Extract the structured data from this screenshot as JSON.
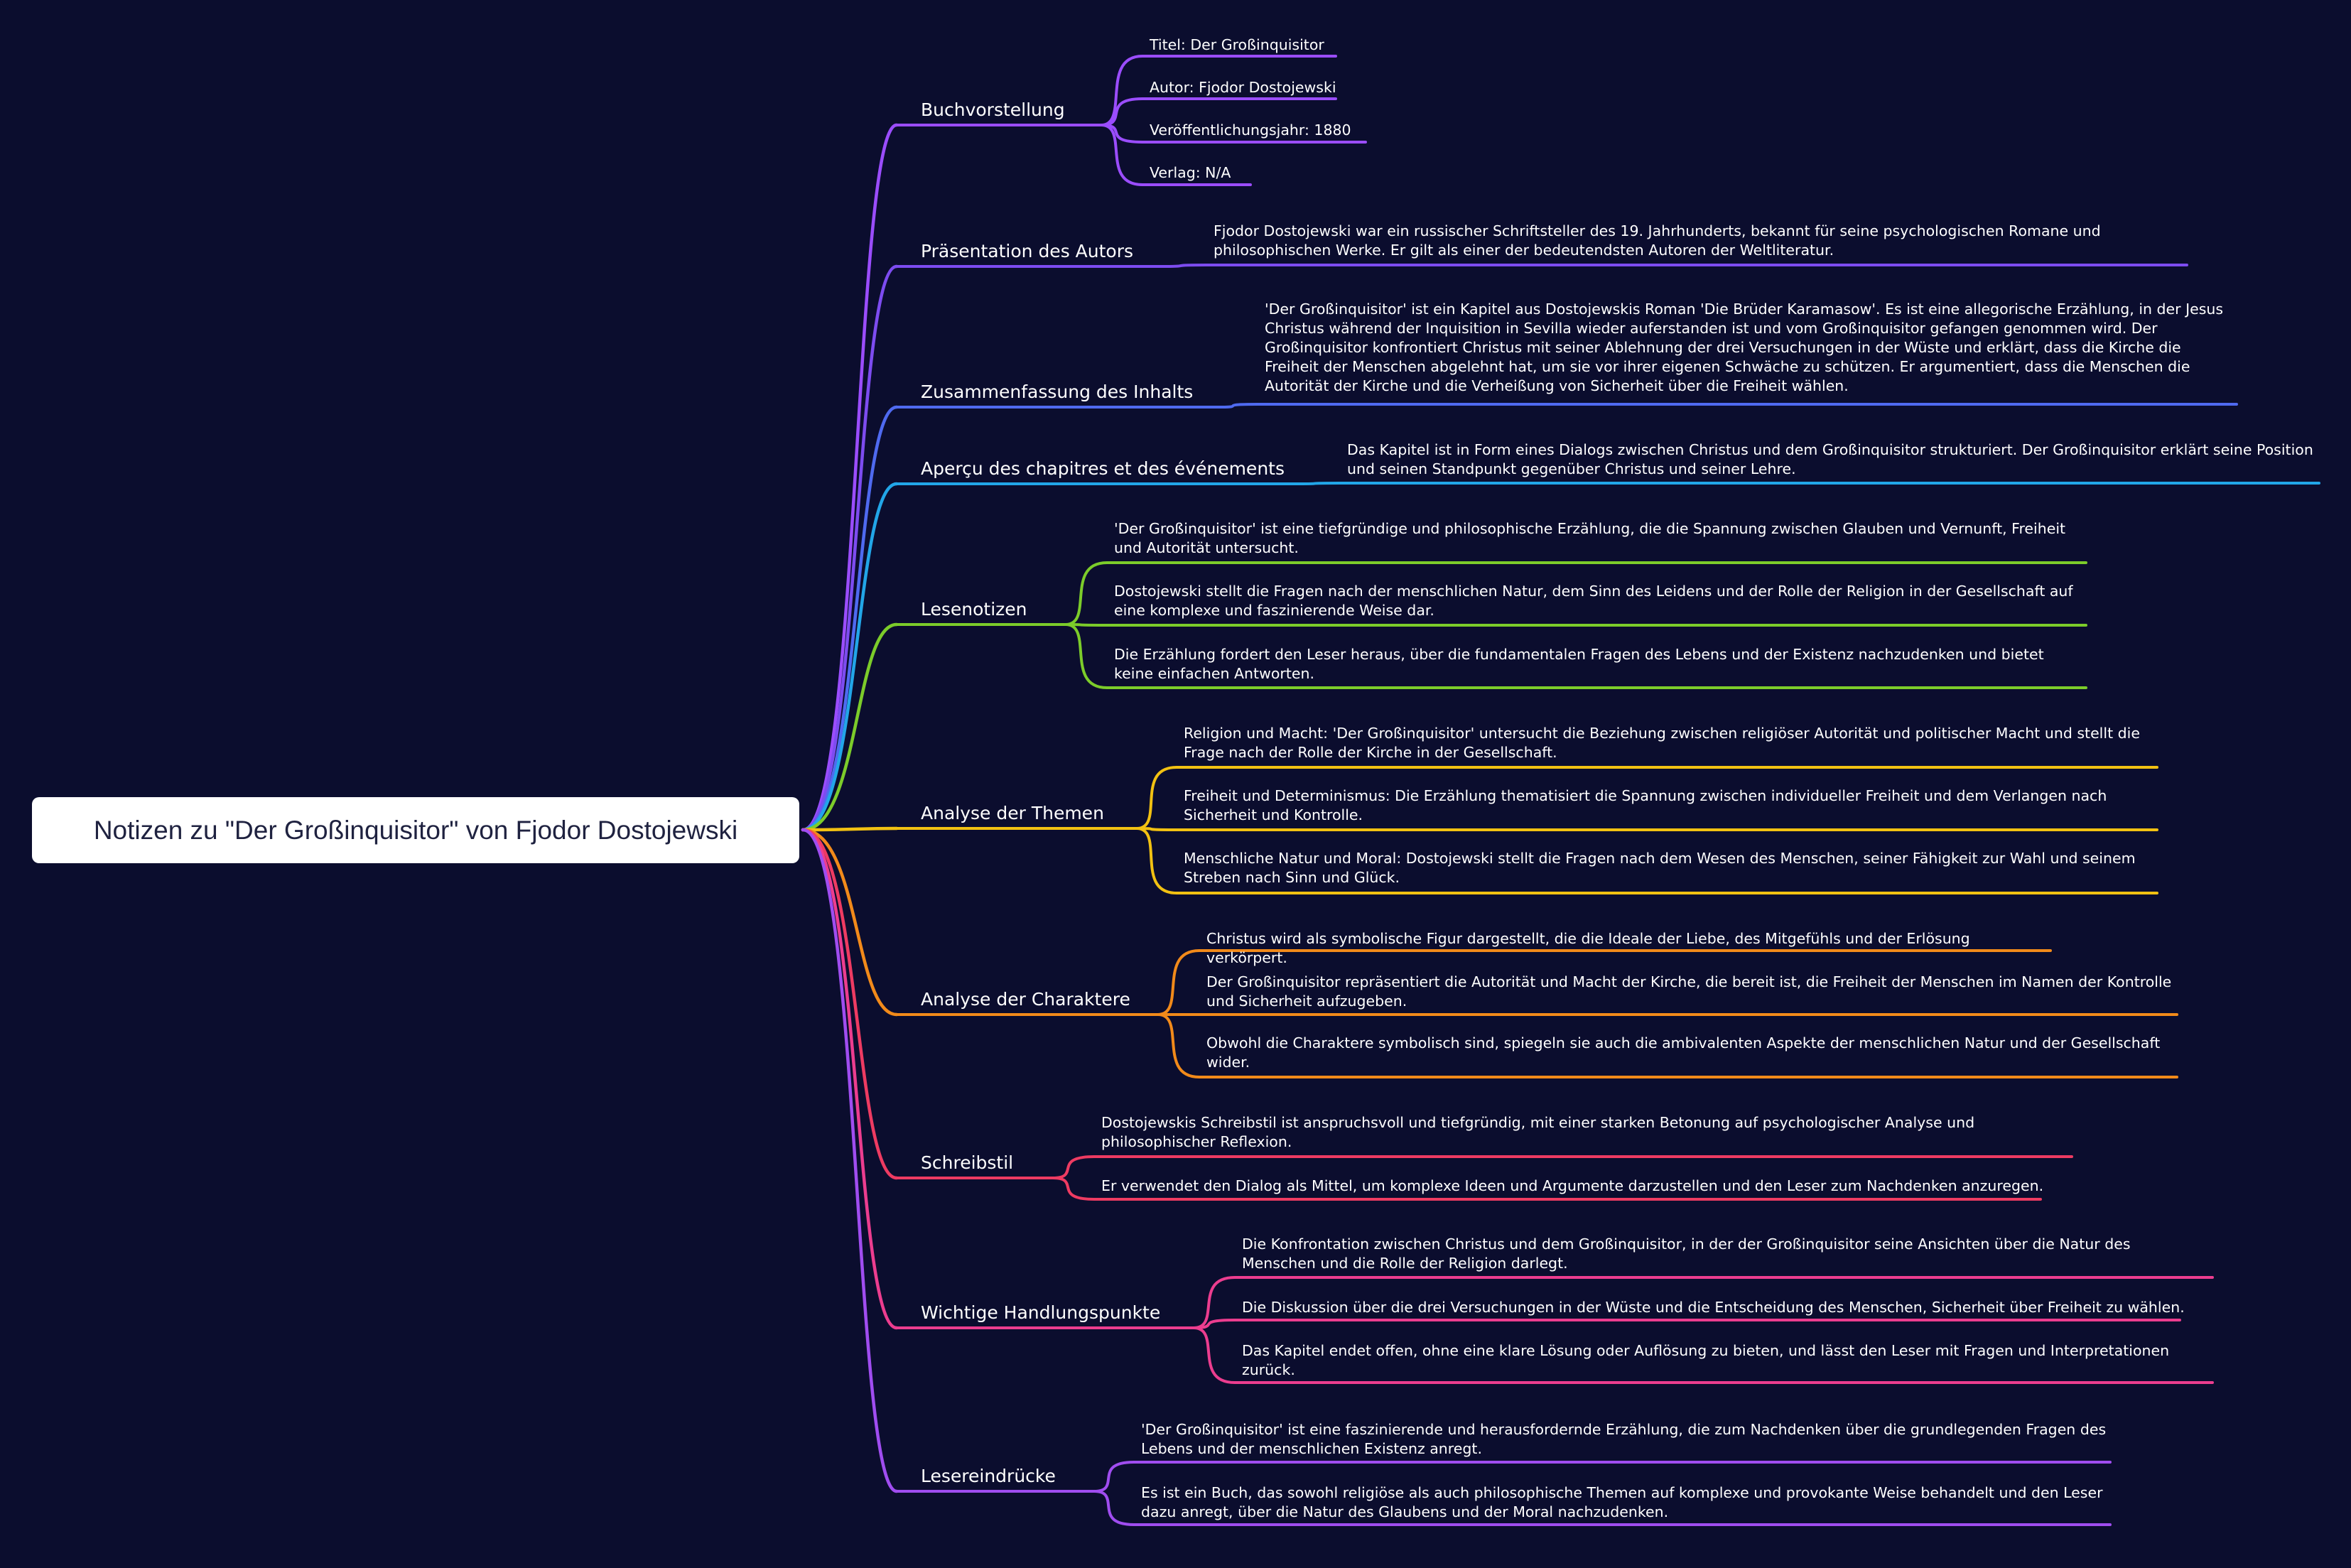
{
  "root": {
    "title": "Notizen zu \"Der Großinquisitor\" von Fjodor Dostojewski"
  },
  "branches": [
    {
      "label": "Buchvorstellung",
      "color": "#9b4dff",
      "items": [
        "Titel: Der Großinquisitor",
        "Autor: Fjodor Dostojewski",
        "Veröffentlichungsjahr: 1880",
        "Verlag: N/A"
      ]
    },
    {
      "label": "Präsentation des Autors",
      "color": "#7d4cf0",
      "items": [
        "Fjodor Dostojewski war ein russischer Schriftsteller des 19. Jahrhunderts, bekannt für seine psychologischen Romane und philosophischen Werke. Er gilt als einer der bedeutendsten Autoren der Weltliteratur."
      ]
    },
    {
      "label": "Zusammenfassung des Inhalts",
      "color": "#4f6af0",
      "items": [
        "'Der Großinquisitor' ist ein Kapitel aus Dostojewskis Roman 'Die Brüder Karamasow'. Es ist eine allegorische Erzählung, in der Jesus Christus während der Inquisition in Sevilla wieder auferstanden ist und vom Großinquisitor gefangen genommen wird. Der Großinquisitor konfrontiert Christus mit seiner Ablehnung der drei Versuchungen in der Wüste und erklärt, dass die Kirche die Freiheit der Menschen abgelehnt hat, um sie vor ihrer eigenen Schwäche zu schützen. Er argumentiert, dass die Menschen die Autorität der Kirche und die Verheißung von Sicherheit über die Freiheit wählen."
      ]
    },
    {
      "label": "Aperçu des chapitres et des événements",
      "color": "#22a6e8",
      "items": [
        "Das Kapitel ist in Form eines Dialogs zwischen Christus und dem Großinquisitor strukturiert. Der Großinquisitor erklärt seine Position und seinen Standpunkt gegenüber Christus und seiner Lehre."
      ]
    },
    {
      "label": "Lesenotizen",
      "color": "#7ccc2a",
      "items": [
        "'Der Großinquisitor' ist eine tiefgründige und philosophische Erzählung, die die Spannung zwischen Glauben und Vernunft, Freiheit und Autorität untersucht.",
        "Dostojewski stellt die Fragen nach der menschlichen Natur, dem Sinn des Leidens und der Rolle der Religion in der Gesellschaft auf eine komplexe und faszinierende Weise dar.",
        "Die Erzählung fordert den Leser heraus, über die fundamentalen Fragen des Lebens und der Existenz nachzudenken und bietet keine einfachen Antworten."
      ]
    },
    {
      "label": "Analyse der Themen",
      "color": "#f2c112",
      "items": [
        "Religion und Macht: 'Der Großinquisitor' untersucht die Beziehung zwischen religiöser Autorität und politischer Macht und stellt die Frage nach der Rolle der Kirche in der Gesellschaft.",
        "Freiheit und Determinismus: Die Erzählung thematisiert die Spannung zwischen individueller Freiheit und dem Verlangen nach Sicherheit und Kontrolle.",
        "Menschliche Natur und Moral: Dostojewski stellt die Fragen nach dem Wesen des Menschen, seiner Fähigkeit zur Wahl und seinem Streben nach Sinn und Glück."
      ]
    },
    {
      "label": "Analyse der Charaktere",
      "color": "#f28a1a",
      "items": [
        "Christus wird als symbolische Figur dargestellt, die die Ideale der Liebe, des Mitgefühls und der Erlösung verkörpert.",
        "Der Großinquisitor repräsentiert die Autorität und Macht der Kirche, die bereit ist, die Freiheit der Menschen im Namen der Kontrolle und Sicherheit aufzugeben.",
        "Obwohl die Charaktere symbolisch sind, spiegeln sie auch die ambivalenten Aspekte der menschlichen Natur und der Gesellschaft wider."
      ]
    },
    {
      "label": "Schreibstil",
      "color": "#ee3b62",
      "items": [
        "Dostojewskis Schreibstil ist anspruchsvoll und tiefgründig, mit einer starken Betonung auf psychologischer Analyse und philosophischer Reflexion.",
        "Er verwendet den Dialog als Mittel, um komplexe Ideen und Argumente darzustellen und den Leser zum Nachdenken anzuregen."
      ]
    },
    {
      "label": "Wichtige Handlungspunkte",
      "color": "#ec3d8f",
      "items": [
        "Die Konfrontation zwischen Christus und dem Großinquisitor, in der der Großinquisitor seine Ansichten über die Natur des Menschen und die Rolle der Religion darlegt.",
        "Die Diskussion über die drei Versuchungen in der Wüste und die Entscheidung des Menschen, Sicherheit über Freiheit zu wählen.",
        "Das Kapitel endet offen, ohne eine klare Lösung oder Auflösung zu bieten, und lässt den Leser mit Fragen und Interpretationen zurück."
      ]
    },
    {
      "label": "Lesereindrücke",
      "color": "#a04df0",
      "items": [
        "'Der Großinquisitor' ist eine faszinierende und herausfordernde Erzählung, die zum Nachdenken über die grundlegenden Fragen des Lebens und der menschlichen Existenz anregt.",
        "Es ist ein Buch, das sowohl religiöse als auch philosophische Themen auf komplexe und provokante Weise behandelt und den Leser dazu anregt, über die Natur des Glaubens und der Moral nachzudenken."
      ]
    }
  ]
}
